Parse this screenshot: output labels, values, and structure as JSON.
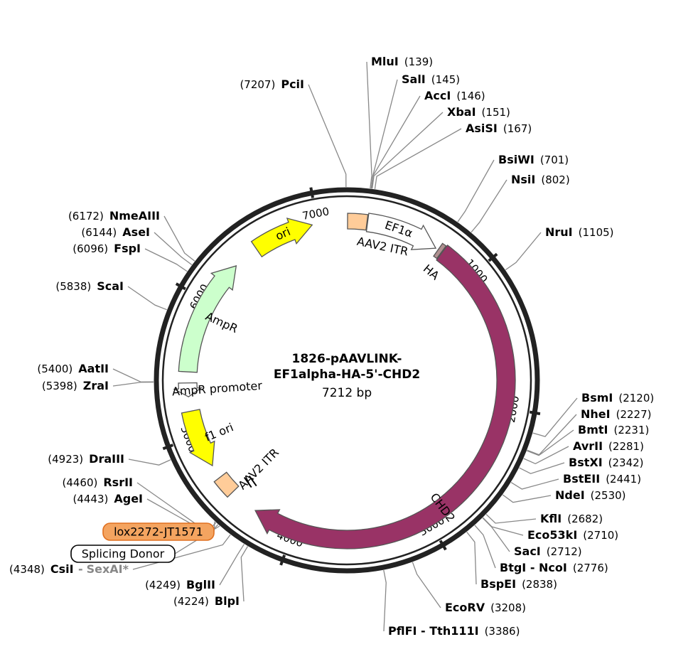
{
  "plasmid": {
    "name_line1": "1826-pAAVLINK-",
    "name_line2": "EF1alpha-HA-5'-CHD2",
    "size_label": "7212 bp",
    "length": 7212
  },
  "ticks": [
    {
      "pos": 1000,
      "label": "1000"
    },
    {
      "pos": 2000,
      "label": "2000"
    },
    {
      "pos": 3000,
      "label": "3000"
    },
    {
      "pos": 4000,
      "label": "4000"
    },
    {
      "pos": 5000,
      "label": "5000"
    },
    {
      "pos": 6000,
      "label": "6000"
    },
    {
      "pos": 7000,
      "label": "7000"
    }
  ],
  "features": [
    {
      "id": "ori",
      "label": "ori",
      "start": 6520,
      "end": 6960,
      "dir": "cw",
      "color": "#ffff00"
    },
    {
      "id": "aav2-itr-1",
      "label": "AAV2 ITR",
      "start": 5,
      "end": 145,
      "dir": "none",
      "color": "#ffcc99"
    },
    {
      "id": "ef1a",
      "label": "EF1α",
      "start": 150,
      "end": 680,
      "dir": "cw",
      "color": "#ffffff"
    },
    {
      "id": "ha",
      "label": "HA",
      "start": 700,
      "end": 730,
      "dir": "none",
      "color": "#b09090"
    },
    {
      "id": "chd2",
      "label": "CHD2",
      "start": 735,
      "end": 4310,
      "dir": "cw",
      "color": "#993366"
    },
    {
      "id": "aav2-itr-2",
      "label": "AAV2 ITR",
      "start": 4520,
      "end": 4660,
      "dir": "none",
      "color": "#ffcc99"
    },
    {
      "id": "f1-ori",
      "label": "f1 ori",
      "start": 4760,
      "end": 5185,
      "dir": "ccw",
      "color": "#ffff00"
    },
    {
      "id": "ampr-promoter",
      "label": "AmpR promoter",
      "start": 5290,
      "end": 5390,
      "dir": "ccw",
      "color": "#ffffff"
    },
    {
      "id": "ampr",
      "label": "AmpR",
      "start": 5470,
      "end": 6330,
      "dir": "cw",
      "color": "#ccffcc"
    }
  ],
  "sites": [
    {
      "name": "MluI",
      "pos": 139,
      "pos_label": "(139)"
    },
    {
      "name": "SalI",
      "pos": 145,
      "pos_label": "(145)"
    },
    {
      "name": "AccI",
      "pos": 146,
      "pos_label": "(146)"
    },
    {
      "name": "XbaI",
      "pos": 151,
      "pos_label": "(151)"
    },
    {
      "name": "AsiSI",
      "pos": 167,
      "pos_label": "(167)"
    },
    {
      "name": "BsiWI",
      "pos": 701,
      "pos_label": "(701)"
    },
    {
      "name": "NsiI",
      "pos": 802,
      "pos_label": "(802)"
    },
    {
      "name": "NruI",
      "pos": 1105,
      "pos_label": "(1105)"
    },
    {
      "name": "BsmI",
      "pos": 2120,
      "pos_label": "(2120)"
    },
    {
      "name": "NheI",
      "pos": 2227,
      "pos_label": "(2227)"
    },
    {
      "name": "BmtI",
      "pos": 2231,
      "pos_label": "(2231)"
    },
    {
      "name": "AvrII",
      "pos": 2281,
      "pos_label": "(2281)"
    },
    {
      "name": "BstXI",
      "pos": 2342,
      "pos_label": "(2342)"
    },
    {
      "name": "BstEII",
      "pos": 2441,
      "pos_label": "(2441)"
    },
    {
      "name": "NdeI",
      "pos": 2530,
      "pos_label": "(2530)"
    },
    {
      "name": "KflI",
      "pos": 2682,
      "pos_label": "(2682)"
    },
    {
      "name": "Eco53kI",
      "pos": 2710,
      "pos_label": "(2710)"
    },
    {
      "name": "SacI",
      "pos": 2712,
      "pos_label": "(2712)"
    },
    {
      "name": "BtgI - NcoI",
      "pos": 2776,
      "pos_label": "(2776)"
    },
    {
      "name": "BspEI",
      "pos": 2838,
      "pos_label": "(2838)"
    },
    {
      "name": "EcoRV",
      "pos": 3208,
      "pos_label": "(3208)"
    },
    {
      "name": "PflFI - Tth111I",
      "pos": 3386,
      "pos_label": "(3386)"
    },
    {
      "name": "BlpI",
      "pos": 4224,
      "pos_label": "(4224)"
    },
    {
      "name": "BglII",
      "pos": 4249,
      "pos_label": "(4249)"
    },
    {
      "name": "CsiI",
      "name_extra": "SexAI*",
      "pos": 4348,
      "pos_label": "(4348)"
    },
    {
      "name": "AgeI",
      "pos": 4443,
      "pos_label": "(4443)"
    },
    {
      "name": "RsrII",
      "pos": 4460,
      "pos_label": "(4460)"
    },
    {
      "name": "DraIII",
      "pos": 4923,
      "pos_label": "(4923)"
    },
    {
      "name": "ZraI",
      "pos": 5398,
      "pos_label": "(5398)"
    },
    {
      "name": "AatII",
      "pos": 5400,
      "pos_label": "(5400)"
    },
    {
      "name": "ScaI",
      "pos": 5838,
      "pos_label": "(5838)"
    },
    {
      "name": "FspI",
      "pos": 6096,
      "pos_label": "(6096)"
    },
    {
      "name": "AseI",
      "pos": 6144,
      "pos_label": "(6144)"
    },
    {
      "name": "NmeAIII",
      "pos": 6172,
      "pos_label": "(6172)"
    },
    {
      "name": "PciI",
      "pos": 7207,
      "pos_label": "(7207)"
    }
  ],
  "boxed_features": [
    {
      "label": "lox2272-JT1571",
      "pos": 4470,
      "fill": "#f4a460",
      "stroke": "#e07020"
    },
    {
      "label": "Splicing Donor",
      "pos": 4430,
      "fill": "#ffffff",
      "stroke": "#000000"
    }
  ]
}
